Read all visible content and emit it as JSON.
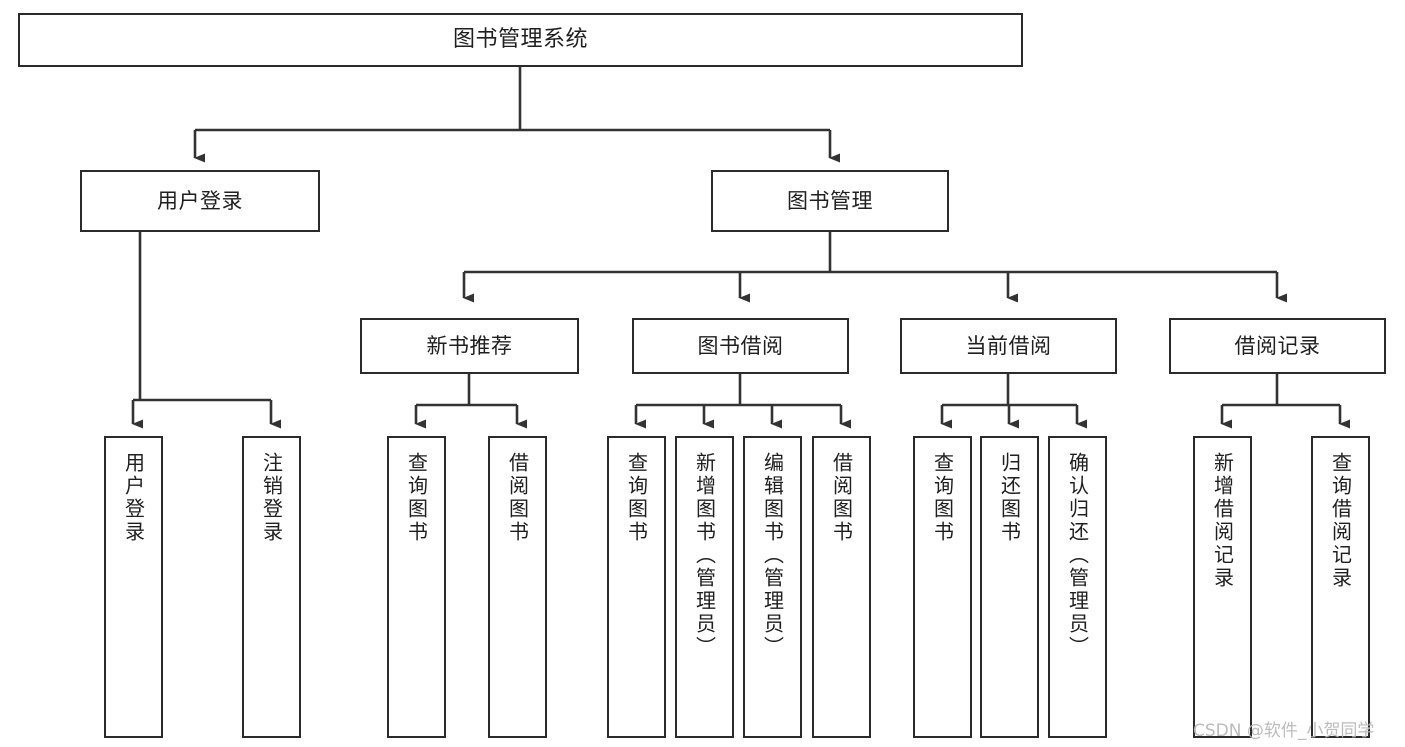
{
  "diagram": {
    "type": "hierarchy-tree",
    "title": "图书管理系统",
    "root": {
      "id": "root",
      "label": "图书管理系统"
    },
    "level1": [
      {
        "id": "user-login",
        "label": "用户登录"
      },
      {
        "id": "book-manage",
        "label": "图书管理"
      }
    ],
    "level2": [
      {
        "id": "new-book-rec",
        "label": "新书推荐",
        "parent": "book-manage"
      },
      {
        "id": "book-borrow",
        "label": "图书借阅",
        "parent": "book-manage"
      },
      {
        "id": "current-borrow",
        "label": "当前借阅",
        "parent": "book-manage"
      },
      {
        "id": "borrow-record",
        "label": "借阅记录",
        "parent": "book-manage"
      }
    ],
    "leaves": [
      {
        "id": "leaf-user-login",
        "label": "用户登录",
        "parent": "user-login"
      },
      {
        "id": "leaf-logout",
        "label": "注销登录",
        "parent": "user-login"
      },
      {
        "id": "leaf-query-book-1",
        "label": "查询图书",
        "parent": "new-book-rec"
      },
      {
        "id": "leaf-borrow-book-1",
        "label": "借阅图书",
        "parent": "new-book-rec"
      },
      {
        "id": "leaf-query-book-2",
        "label": "查询图书",
        "parent": "book-borrow"
      },
      {
        "id": "leaf-add-book",
        "label": "新增图书（管理员）",
        "parent": "book-borrow"
      },
      {
        "id": "leaf-edit-book",
        "label": "编辑图书（管理员）",
        "parent": "book-borrow"
      },
      {
        "id": "leaf-borrow-book-2",
        "label": "借阅图书",
        "parent": "book-borrow"
      },
      {
        "id": "leaf-query-book-3",
        "label": "查询图书",
        "parent": "current-borrow"
      },
      {
        "id": "leaf-return-book",
        "label": "归还图书",
        "parent": "current-borrow"
      },
      {
        "id": "leaf-confirm-return",
        "label": "确认归还（管理员）",
        "parent": "current-borrow"
      },
      {
        "id": "leaf-add-record",
        "label": "新增借阅记录",
        "parent": "borrow-record"
      },
      {
        "id": "leaf-query-record",
        "label": "查询借阅记录",
        "parent": "borrow-record"
      }
    ],
    "colors": {
      "box_border": "#2b2b2b",
      "box_fill": "#ffffff",
      "connector": "#333333",
      "text": "#1f1f1f",
      "watermark": "#b9b9b9",
      "background": "#ffffff"
    }
  },
  "watermark": {
    "text": "CSDN @软件_小贺同学"
  }
}
